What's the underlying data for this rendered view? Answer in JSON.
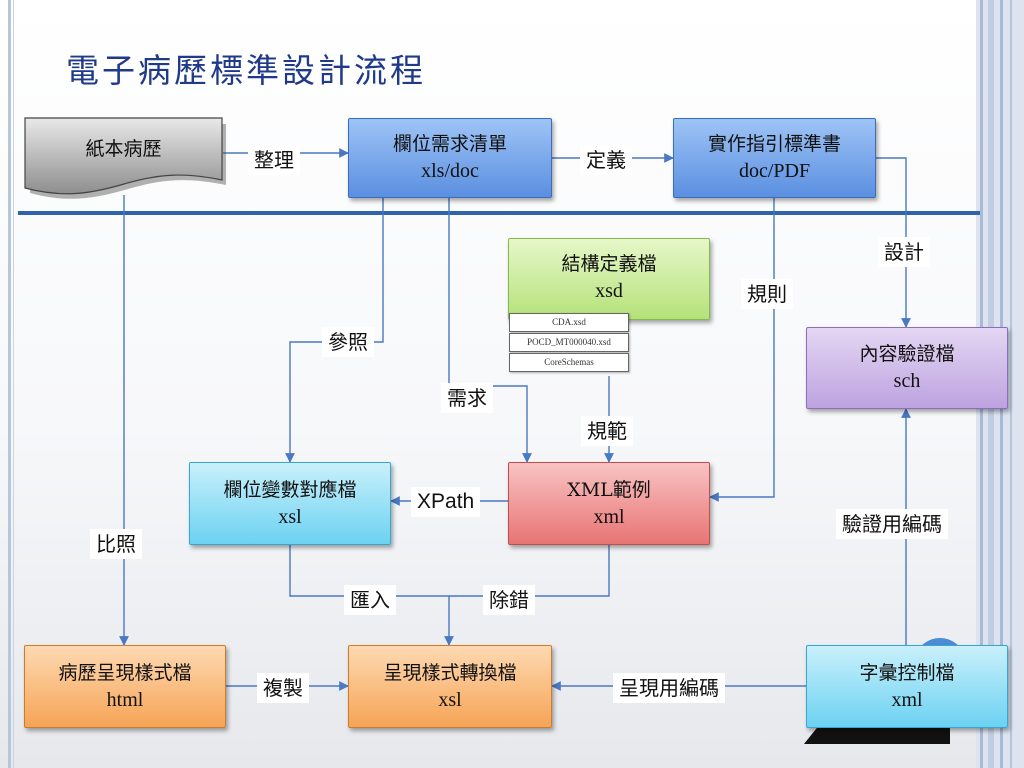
{
  "title": "電子病歷標準設計流程",
  "nodes": {
    "paper": {
      "line1": "紙本病歷"
    },
    "field_requirements": {
      "line1": "欄位需求清單",
      "line2": "xls/doc"
    },
    "implementation_guide": {
      "line1": "實作指引標準書",
      "line2": "doc/PDF"
    },
    "schema_def": {
      "line1": "結構定義檔",
      "line2": "xsd"
    },
    "content_validation": {
      "line1": "內容驗證檔",
      "line2": "sch"
    },
    "field_mapping": {
      "line1": "欄位變數對應檔",
      "line2": "xsl"
    },
    "xml_example": {
      "line1": "XML範例",
      "line2": "xml"
    },
    "record_style": {
      "line1": "病歷呈現樣式檔",
      "line2": "html"
    },
    "style_transform": {
      "line1": "呈現樣式轉換檔",
      "line2": "xsl"
    },
    "vocabulary": {
      "line1": "字彙控制檔",
      "line2": "xml"
    }
  },
  "schema_files": [
    "CDA.xsd",
    "POCD_MT000040.xsd",
    "CoreSchemas"
  ],
  "edge_labels": {
    "organize": "整理",
    "define": "定義",
    "design": "設計",
    "rules": "規則",
    "reference": "參照",
    "requirement": "需求",
    "spec": "規範",
    "xpath": "XPath",
    "compare": "比照",
    "validation_code": "驗證用編碼",
    "import": "匯入",
    "debug": "除錯",
    "copy": "複製",
    "presentation_code": "呈現用編碼"
  },
  "colors": {
    "title": "#1f3a8a",
    "connector": "#4a78c2",
    "divider": "#2f63b0",
    "blue_box": "#5b8fe0",
    "green_box": "#b5e27a",
    "purple_box": "#bda3e0",
    "cyan_box": "#6cd2f2",
    "red_box": "#e87474",
    "orange_box": "#f6a456"
  }
}
